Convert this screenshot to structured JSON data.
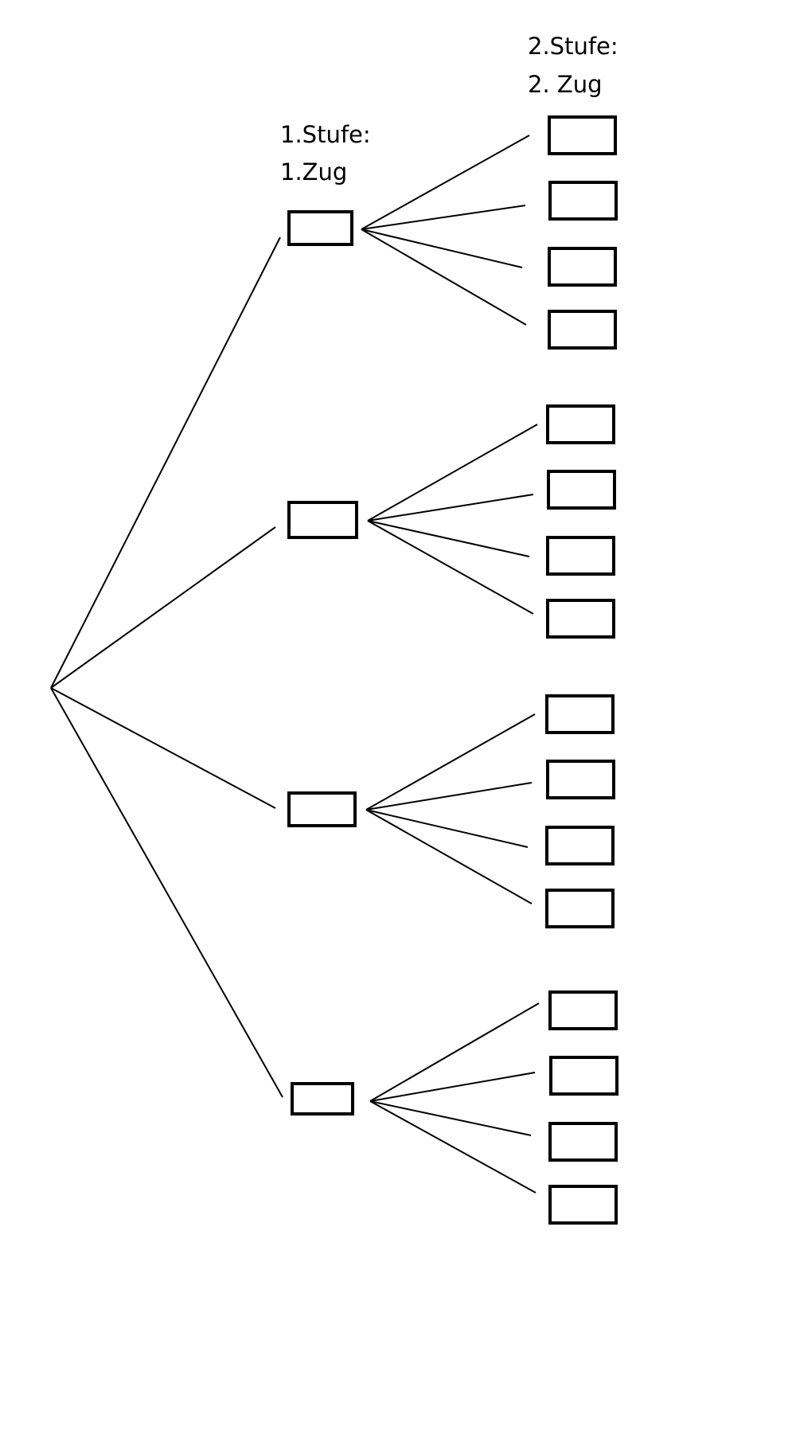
{
  "labels": {
    "stage1_line1": "1.Stufe:",
    "stage1_line2": "1.Zug",
    "stage2_line1": "2.Stufe:",
    "stage2_line2": "2. Zug"
  },
  "tree": {
    "first_level_nodes": 4,
    "second_level_nodes_per_node": 4
  },
  "colors": {
    "line": "#000000",
    "box_stroke": "#000000",
    "background": "#ffffff"
  }
}
